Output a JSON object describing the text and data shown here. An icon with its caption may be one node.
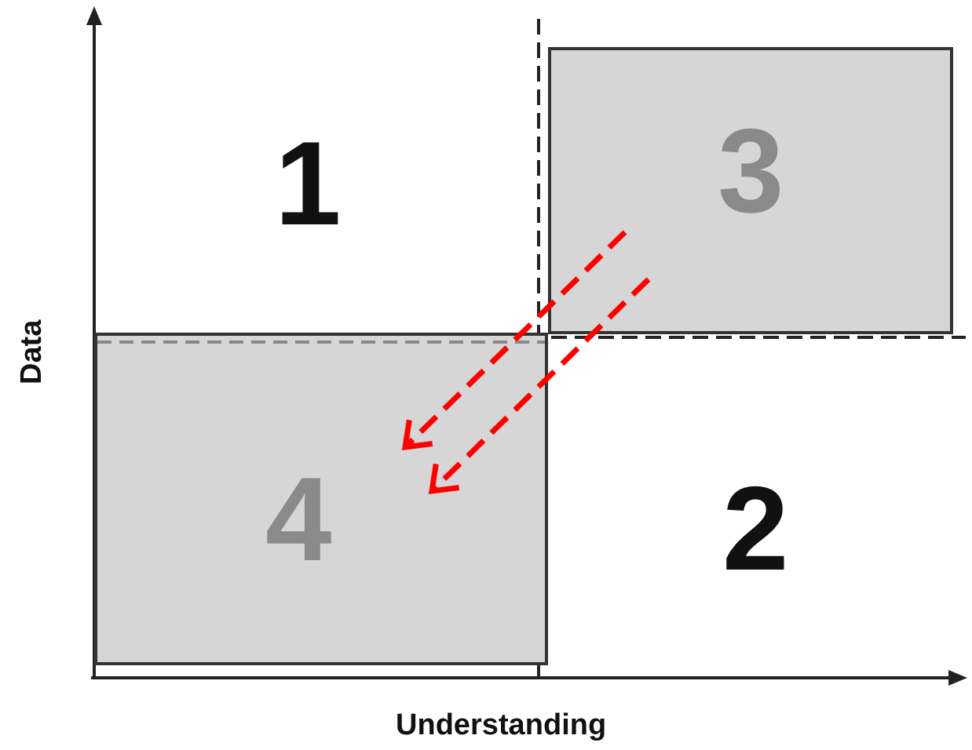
{
  "diagram": {
    "nodes": [
      {
        "text": [
          "3"
        ]
      },
      {
        "text": [
          "4"
        ]
      }
    ],
    "edges": [
      {
        "from": 0,
        "to": 1,
        "arrow": "to",
        "style": "dashed",
        "color": "#ff0000"
      },
      {
        "from": 0,
        "to": 1,
        "arrow": "to",
        "style": "dashed",
        "color": "#ff0000"
      }
    ],
    "labels": [
      "1",
      "2",
      "Data",
      "Understanding"
    ]
  }
}
